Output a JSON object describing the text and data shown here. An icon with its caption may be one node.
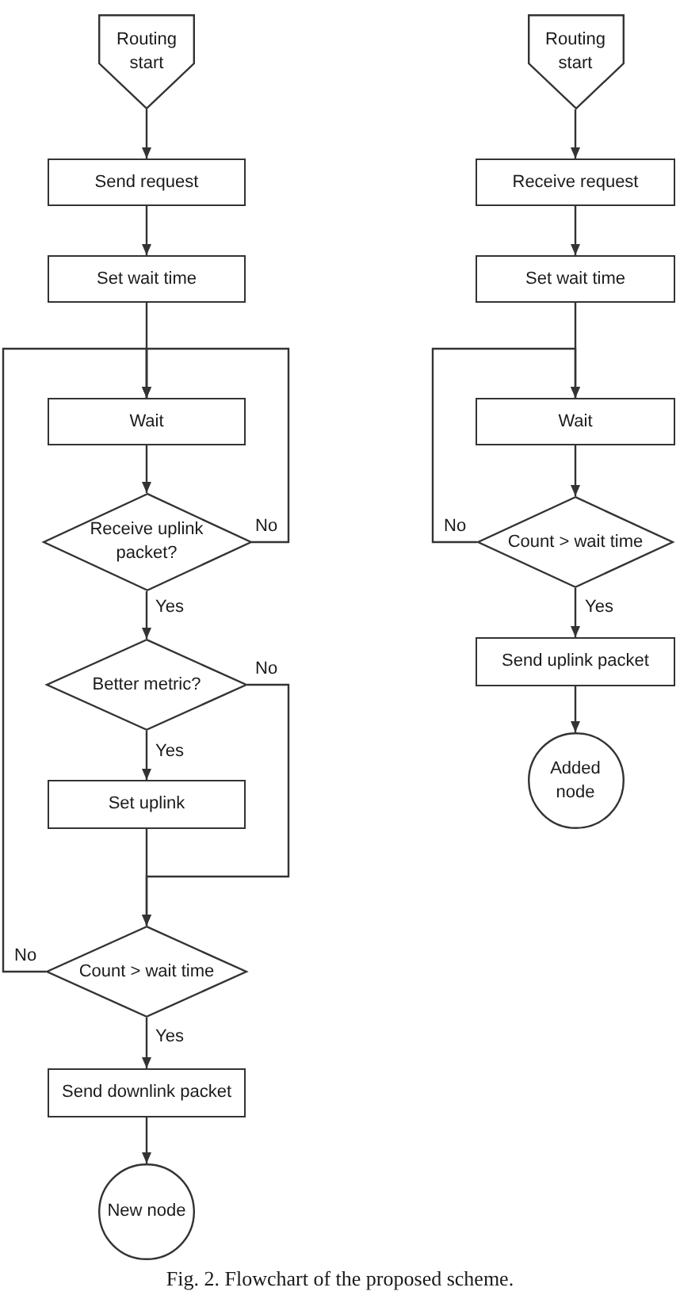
{
  "diagram": {
    "caption": "Fig. 2. Flowchart of the proposed scheme.",
    "nodes": [
      {
        "text": [
          "Routing start"
        ]
      },
      {
        "text": [
          "Send request"
        ]
      },
      {
        "text": [
          "Set wait time"
        ]
      },
      {
        "text": [
          "Wait"
        ]
      },
      {
        "text": [
          "Receive uplink packet?"
        ]
      },
      {
        "text": [
          "Better metric?"
        ]
      },
      {
        "text": [
          "Set uplink"
        ]
      },
      {
        "text": [
          "Count > wait time"
        ]
      },
      {
        "text": [
          "Send downlink packet"
        ]
      },
      {
        "text": [
          "New node"
        ]
      },
      {
        "text": [
          "Routing start"
        ]
      },
      {
        "text": [
          "Receive request"
        ]
      },
      {
        "text": [
          "Set wait time"
        ]
      },
      {
        "text": [
          "Wait"
        ]
      },
      {
        "text": [
          "Count > wait time"
        ]
      },
      {
        "text": [
          "Send uplink packet"
        ]
      },
      {
        "text": [
          "Added node"
        ]
      }
    ],
    "edges": [
      {
        "from": 0,
        "to": 1,
        "arrow": "to"
      },
      {
        "from": 1,
        "to": 2,
        "arrow": "to"
      },
      {
        "from": 2,
        "to": 3,
        "arrow": "to"
      },
      {
        "from": 3,
        "to": 4,
        "arrow": "to"
      },
      {
        "from": 4,
        "to": 3,
        "arrow": "to",
        "label": "No"
      },
      {
        "from": 4,
        "to": 5,
        "arrow": "to",
        "label": "Yes"
      },
      {
        "from": 5,
        "to": 6,
        "arrow": "to",
        "label": "Yes"
      },
      {
        "from": 5,
        "to": 7,
        "arrow": "to",
        "label": "No"
      },
      {
        "from": 6,
        "to": 7,
        "arrow": "to"
      },
      {
        "from": 7,
        "to": 3,
        "arrow": "to",
        "label": "No"
      },
      {
        "from": 7,
        "to": 8,
        "arrow": "to",
        "label": "Yes"
      },
      {
        "from": 8,
        "to": 9,
        "arrow": "to"
      },
      {
        "from": 10,
        "to": 11,
        "arrow": "to"
      },
      {
        "from": 11,
        "to": 12,
        "arrow": "to"
      },
      {
        "from": 12,
        "to": 13,
        "arrow": "to"
      },
      {
        "from": 13,
        "to": 14,
        "arrow": "to"
      },
      {
        "from": 14,
        "to": 13,
        "arrow": "to",
        "label": "No"
      },
      {
        "from": 14,
        "to": 15,
        "arrow": "to",
        "label": "Yes"
      },
      {
        "from": 15,
        "to": 16,
        "arrow": "to"
      }
    ]
  }
}
